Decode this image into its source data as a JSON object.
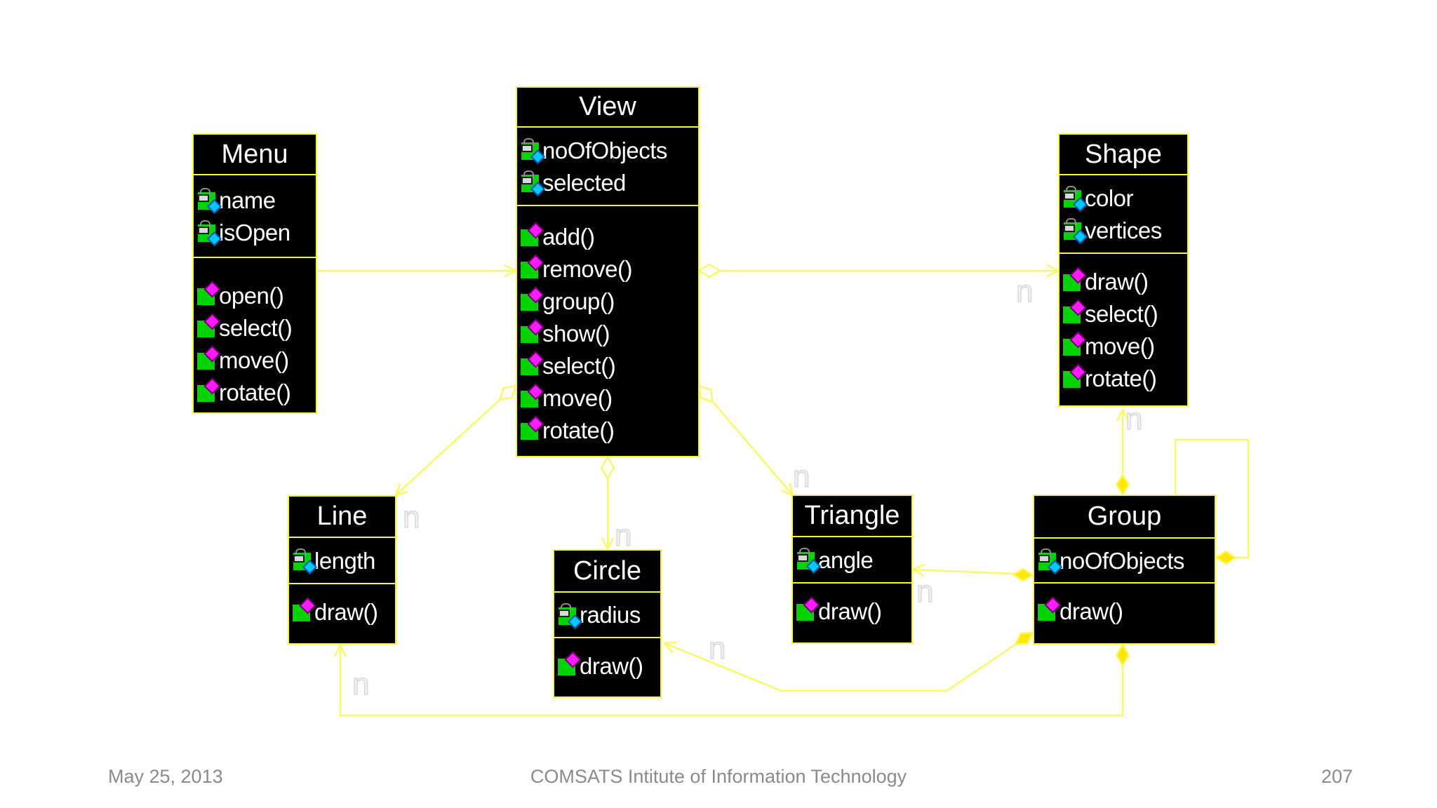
{
  "diagram": {
    "multiplicity_label": "n",
    "classes": {
      "menu": {
        "name": "Menu",
        "attributes": [
          "name",
          "isOpen"
        ],
        "methods": [
          "open()",
          "select()",
          "move()",
          "rotate()"
        ]
      },
      "view": {
        "name": "View",
        "attributes": [
          "noOfObjects",
          "selected"
        ],
        "methods": [
          "add()",
          "remove()",
          "group()",
          "show()",
          "select()",
          "move()",
          "rotate()"
        ]
      },
      "shape": {
        "name": "Shape",
        "attributes": [
          "color",
          "vertices"
        ],
        "methods": [
          "draw()",
          "select()",
          "move()",
          "rotate()"
        ]
      },
      "line": {
        "name": "Line",
        "attributes": [
          "length"
        ],
        "methods": [
          "draw()"
        ]
      },
      "circle": {
        "name": "Circle",
        "attributes": [
          "radius"
        ],
        "methods": [
          "draw()"
        ]
      },
      "triangle": {
        "name": "Triangle",
        "attributes": [
          "angle"
        ],
        "methods": [
          "draw()"
        ]
      },
      "group": {
        "name": "Group",
        "attributes": [
          "noOfObjects"
        ],
        "methods": [
          "draw()"
        ]
      }
    },
    "colors": {
      "box_fill": "#000000",
      "box_border": "#f6f63e",
      "connector": "#f9f968",
      "composition_diamond_fill": "#ffe60c",
      "icon_green": "#00d300",
      "icon_cyan_diamond": "#00c9ff",
      "icon_magenta_diamond": "#ff1aff",
      "multiplicity_gray": "#e9e9e9",
      "text": "#ffffff"
    }
  },
  "footer": {
    "date": "May 25, 2013",
    "center": "COMSATS Intitute of Information Technology",
    "page": "207"
  }
}
